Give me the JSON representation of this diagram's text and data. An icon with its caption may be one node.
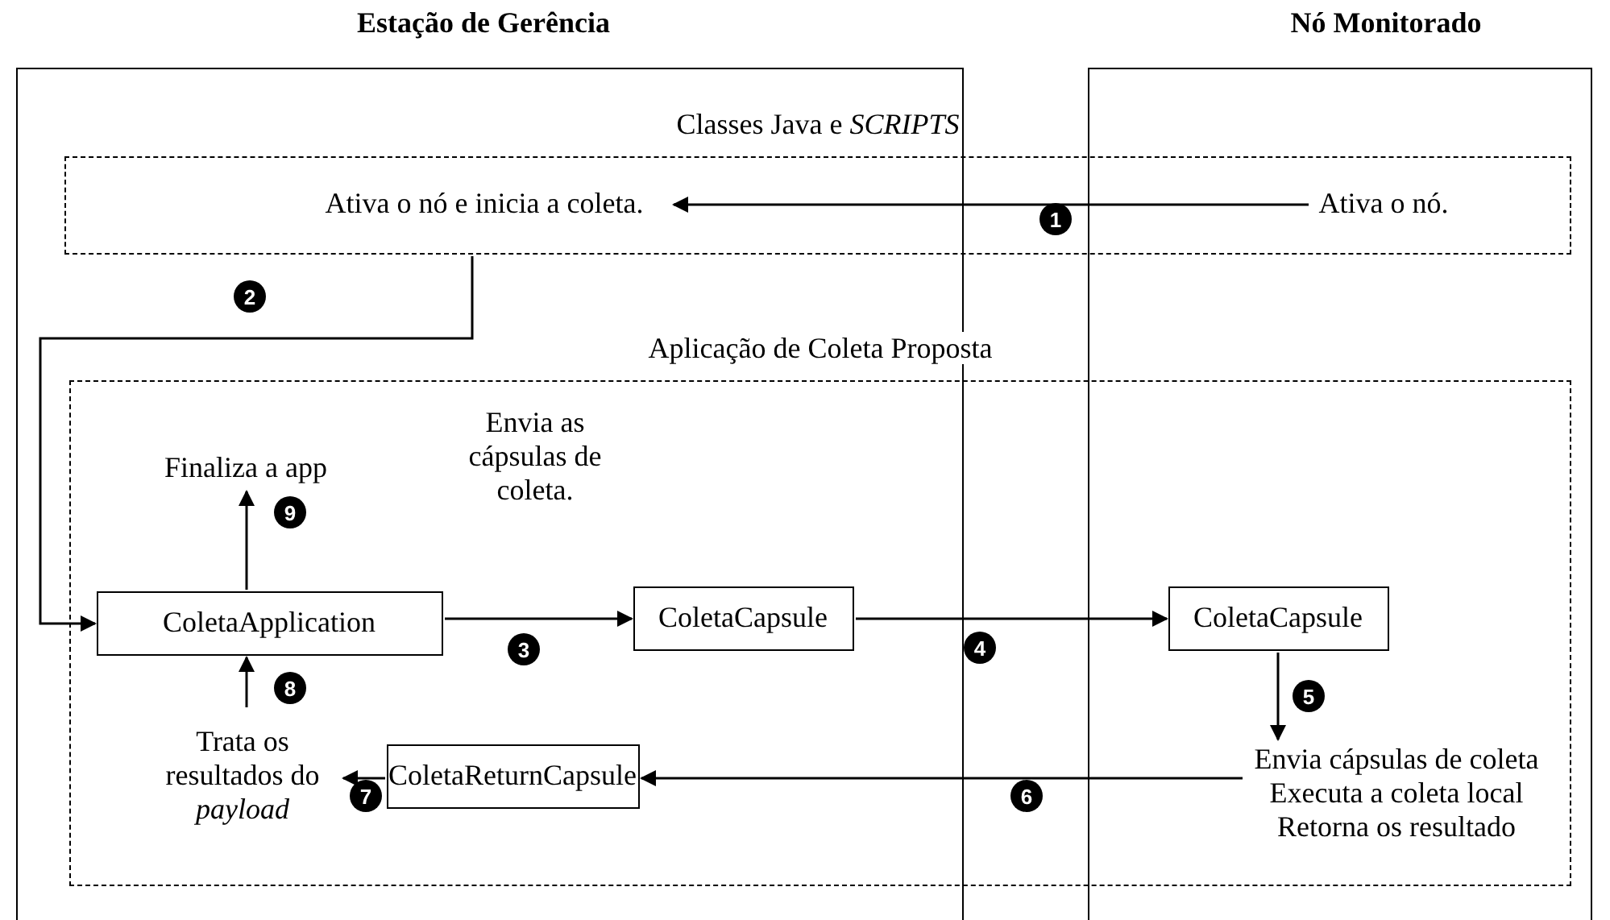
{
  "diagram": {
    "nodes": [
      {
        "text": [
          "Classes Java e *SCRIPTS*"
        ]
      },
      {
        "text": [
          "Ativa o nó e inicia a coleta."
        ],
        "in": 0
      },
      {
        "text": [
          "Ativa o nó."
        ],
        "in": 0
      },
      {
        "text": [
          "Aplicação de Coleta Proposta"
        ]
      },
      {
        "text": [
          "Finaliza a app"
        ],
        "in": 3
      },
      {
        "text": [
          "ColetaApplication"
        ],
        "in": 3
      },
      {
        "text": [
          "ColetaCapsule"
        ],
        "in": 3
      },
      {
        "text": [
          "ColetaCapsule"
        ],
        "in": 3
      },
      {
        "text": [
          "Envia cápsulas de coleta",
          "Executa a coleta local",
          "Retorna os resultado"
        ],
        "in": 3
      },
      {
        "text": [
          "ColetaReturnCapsule"
        ],
        "in": 3
      },
      {
        "text": [
          "Trata os resultados do *payload*"
        ],
        "in": 3
      }
    ],
    "edges": [
      {
        "from": 2,
        "to": 1,
        "arrow": "to",
        "label": "1"
      },
      {
        "from": 0,
        "to": 5,
        "arrow": "to",
        "label": "2"
      },
      {
        "from": 5,
        "to": 6,
        "arrow": "to",
        "label": "3"
      },
      {
        "from": 6,
        "to": 7,
        "arrow": "to",
        "label": "4"
      },
      {
        "from": 7,
        "to": 8,
        "arrow": "to",
        "label": "5"
      },
      {
        "from": 8,
        "to": 9,
        "arrow": "to",
        "label": "6"
      },
      {
        "from": 9,
        "to": 10,
        "arrow": "to",
        "label": "7"
      },
      {
        "from": 10,
        "to": 5,
        "arrow": "to",
        "label": "8"
      },
      {
        "from": 5,
        "to": 4,
        "arrow": "to",
        "label": "9"
      }
    ],
    "labels": [
      "Estação de Gerência",
      "Nó Monitorado",
      "Envia as cápsulas de coleta."
    ]
  }
}
